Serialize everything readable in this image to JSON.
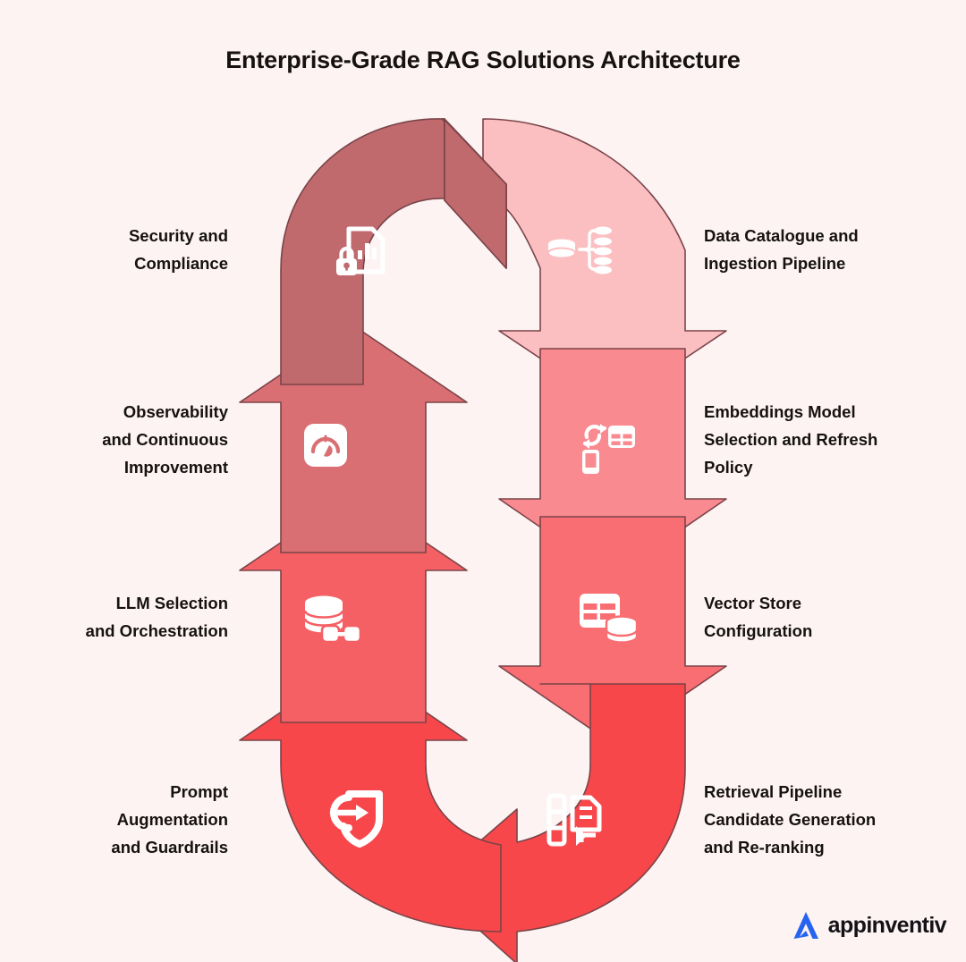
{
  "page": {
    "title": "Enterprise-Grade RAG Solutions Architecture",
    "background_color": "#FDF3F3",
    "title_color": "#15120F"
  },
  "brand": {
    "name": "appinventiv",
    "mark_color": "#2563F0",
    "text_color": "#131217"
  },
  "cycle": {
    "description": "Eight-stage circular arrow loop, clockwise from top-right down the right column, around the bottom and up the left column.",
    "palette": {
      "lightest": "#FBBFC2",
      "light": "#F98A90",
      "mid": "#F86E73",
      "vivid": "#F8474B",
      "muted_rose": "#C06A6E",
      "rose": "#D46F72",
      "outline": "#6E3F3F",
      "icon_fill": "#FFFFFF"
    },
    "steps": [
      {
        "index": 1,
        "side": "right",
        "label": "Data Catalogue and Ingestion Pipeline",
        "icon": "database-branch-icon",
        "color": "#FBBFC2",
        "direction": "down"
      },
      {
        "index": 2,
        "side": "right",
        "label": "Embeddings Model Selection and Refresh Policy",
        "icon": "model-exchange-icon",
        "color": "#F98A90",
        "direction": "down"
      },
      {
        "index": 3,
        "side": "right",
        "label": "Vector Store Configuration",
        "icon": "table-database-icon",
        "color": "#F86E73",
        "direction": "down"
      },
      {
        "index": 4,
        "side": "right",
        "label": "Retrieval Pipeline Candidate Generation and Re-ranking",
        "icon": "document-rerank-icon",
        "color": "#F8474B",
        "direction": "down-left"
      },
      {
        "index": 5,
        "side": "left",
        "label": "Prompt Augmentation and Guardrails",
        "icon": "shield-arrow-icon",
        "color": "#F8474B",
        "direction": "up"
      },
      {
        "index": 6,
        "side": "left",
        "label": "LLM Selection and Orchestration",
        "icon": "database-nodes-icon",
        "color": "#F56065",
        "direction": "up"
      },
      {
        "index": 7,
        "side": "left",
        "label": "Observability and Continuous Improvement",
        "icon": "gauge-icon",
        "color": "#D96F73",
        "direction": "up"
      },
      {
        "index": 8,
        "side": "left",
        "label": "Security and Compliance",
        "icon": "locked-report-icon",
        "color": "#C06A6E",
        "direction": "up-right"
      }
    ]
  },
  "labels": {
    "security_line1": "Security and",
    "security_line2": "Compliance",
    "observability_line1": "Observability",
    "observability_line2": "and Continuous",
    "observability_line3": "Improvement",
    "llm_line1": "LLM Selection",
    "llm_line2": "and Orchestration",
    "prompt_line1": "Prompt",
    "prompt_line2": "Augmentation",
    "prompt_line3": "and Guardrails",
    "catalogue_line1": "Data Catalogue and",
    "catalogue_line2": "Ingestion Pipeline",
    "embeddings_line1": "Embeddings Model",
    "embeddings_line2": "Selection and Refresh",
    "embeddings_line3": "Policy",
    "vector_line1": "Vector Store",
    "vector_line2": "Configuration",
    "retrieval_line1": "Retrieval Pipeline",
    "retrieval_line2": "Candidate Generation",
    "retrieval_line3": "and Re-ranking"
  }
}
